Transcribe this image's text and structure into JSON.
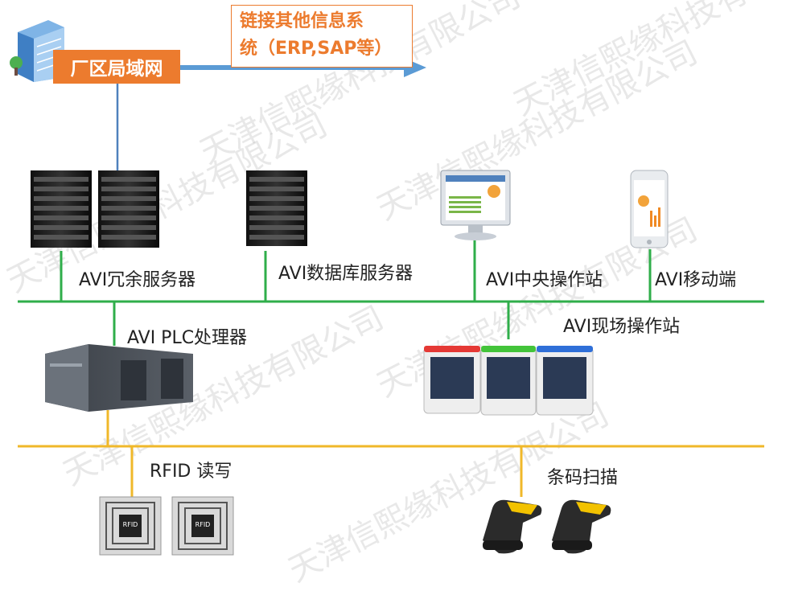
{
  "network": {
    "lan_label": "厂区局域网",
    "external_line1": "链接其他信息系",
    "external_line2": "统（ERP,SAP等）"
  },
  "nodes": {
    "redundant_server": "AVI冗余服务器",
    "database_server": "AVI数据库服务器",
    "central_station": "AVI中央操作站",
    "mobile": "AVI移动端",
    "plc": "AVI PLC处理器",
    "field_station": "AVI现场操作站",
    "rfid": "RFID 读写",
    "barcode": "条码扫描"
  },
  "tags": {
    "rfid_tag": "RFID"
  },
  "watermark": "天津信熙缘科技有限公司",
  "colors": {
    "green_bus": "#2fae4a",
    "yellow_bus": "#f0b82a",
    "blue_link": "#4f81bd",
    "orange": "#ec7b2e"
  }
}
